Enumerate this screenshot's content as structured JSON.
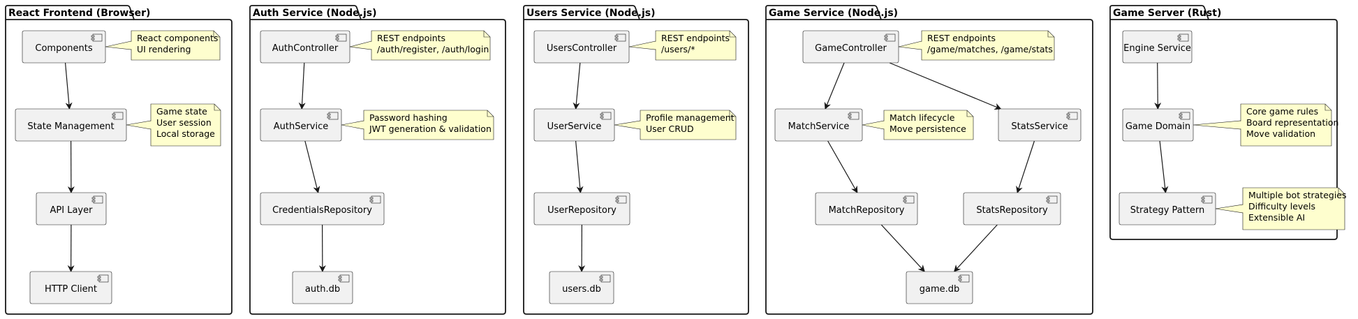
{
  "packages": [
    {
      "title": "React Frontend (Browser)",
      "components": [
        {
          "id": "fe_components",
          "label": "Components"
        },
        {
          "id": "fe_state",
          "label": "State Management"
        },
        {
          "id": "fe_api",
          "label": "API Layer"
        },
        {
          "id": "fe_http",
          "label": "HTTP Client"
        }
      ],
      "notes": [
        {
          "lines": [
            "React components",
            "UI rendering"
          ]
        },
        {
          "lines": [
            "Game state",
            "User session",
            "Local storage"
          ]
        }
      ]
    },
    {
      "title": "Auth Service (Node.js)",
      "components": [
        {
          "id": "auth_controller",
          "label": "AuthController"
        },
        {
          "id": "auth_service",
          "label": "AuthService"
        },
        {
          "id": "auth_repo",
          "label": "CredentialsRepository"
        },
        {
          "id": "auth_db",
          "label": "auth.db"
        }
      ],
      "notes": [
        {
          "lines": [
            "REST endpoints",
            "/auth/register, /auth/login"
          ]
        },
        {
          "lines": [
            "Password hashing",
            "JWT generation & validation"
          ]
        }
      ]
    },
    {
      "title": "Users Service (Node.js)",
      "components": [
        {
          "id": "users_controller",
          "label": "UsersController"
        },
        {
          "id": "user_service",
          "label": "UserService"
        },
        {
          "id": "user_repo",
          "label": "UserRepository"
        },
        {
          "id": "users_db",
          "label": "users.db"
        }
      ],
      "notes": [
        {
          "lines": [
            "REST endpoints",
            "/users/*"
          ]
        },
        {
          "lines": [
            "Profile management",
            "User CRUD"
          ]
        }
      ]
    },
    {
      "title": "Game Service (Node.js)",
      "components": [
        {
          "id": "game_controller",
          "label": "GameController"
        },
        {
          "id": "match_service",
          "label": "MatchService"
        },
        {
          "id": "stats_service",
          "label": "StatsService"
        },
        {
          "id": "match_repo",
          "label": "MatchRepository"
        },
        {
          "id": "stats_repo",
          "label": "StatsRepository"
        },
        {
          "id": "game_db",
          "label": "game.db"
        }
      ],
      "notes": [
        {
          "lines": [
            "REST endpoints",
            "/game/matches, /game/stats"
          ]
        },
        {
          "lines": [
            "Match lifecycle",
            "Move persistence"
          ]
        }
      ]
    },
    {
      "title": "Game Server (Rust)",
      "components": [
        {
          "id": "engine_service",
          "label": "Engine Service"
        },
        {
          "id": "game_domain",
          "label": "Game Domain"
        },
        {
          "id": "strategy_pattern",
          "label": "Strategy Pattern"
        }
      ],
      "notes": [
        {
          "lines": [
            "Core game rules",
            "Board representation",
            "Move validation"
          ]
        },
        {
          "lines": [
            "Multiple bot strategies",
            "Difficulty levels",
            "Extensible AI"
          ]
        }
      ]
    }
  ],
  "edges": [
    {
      "from": "fe_components",
      "to": "fe_state"
    },
    {
      "from": "fe_state",
      "to": "fe_api"
    },
    {
      "from": "fe_api",
      "to": "fe_http"
    },
    {
      "from": "auth_controller",
      "to": "auth_service"
    },
    {
      "from": "auth_service",
      "to": "auth_repo"
    },
    {
      "from": "auth_repo",
      "to": "auth_db"
    },
    {
      "from": "users_controller",
      "to": "user_service"
    },
    {
      "from": "user_service",
      "to": "user_repo"
    },
    {
      "from": "user_repo",
      "to": "users_db"
    },
    {
      "from": "game_controller",
      "to": "match_service"
    },
    {
      "from": "game_controller",
      "to": "stats_service"
    },
    {
      "from": "match_service",
      "to": "match_repo"
    },
    {
      "from": "stats_service",
      "to": "stats_repo"
    },
    {
      "from": "match_repo",
      "to": "game_db"
    },
    {
      "from": "stats_repo",
      "to": "game_db"
    },
    {
      "from": "engine_service",
      "to": "game_domain"
    },
    {
      "from": "game_domain",
      "to": "strategy_pattern"
    }
  ]
}
